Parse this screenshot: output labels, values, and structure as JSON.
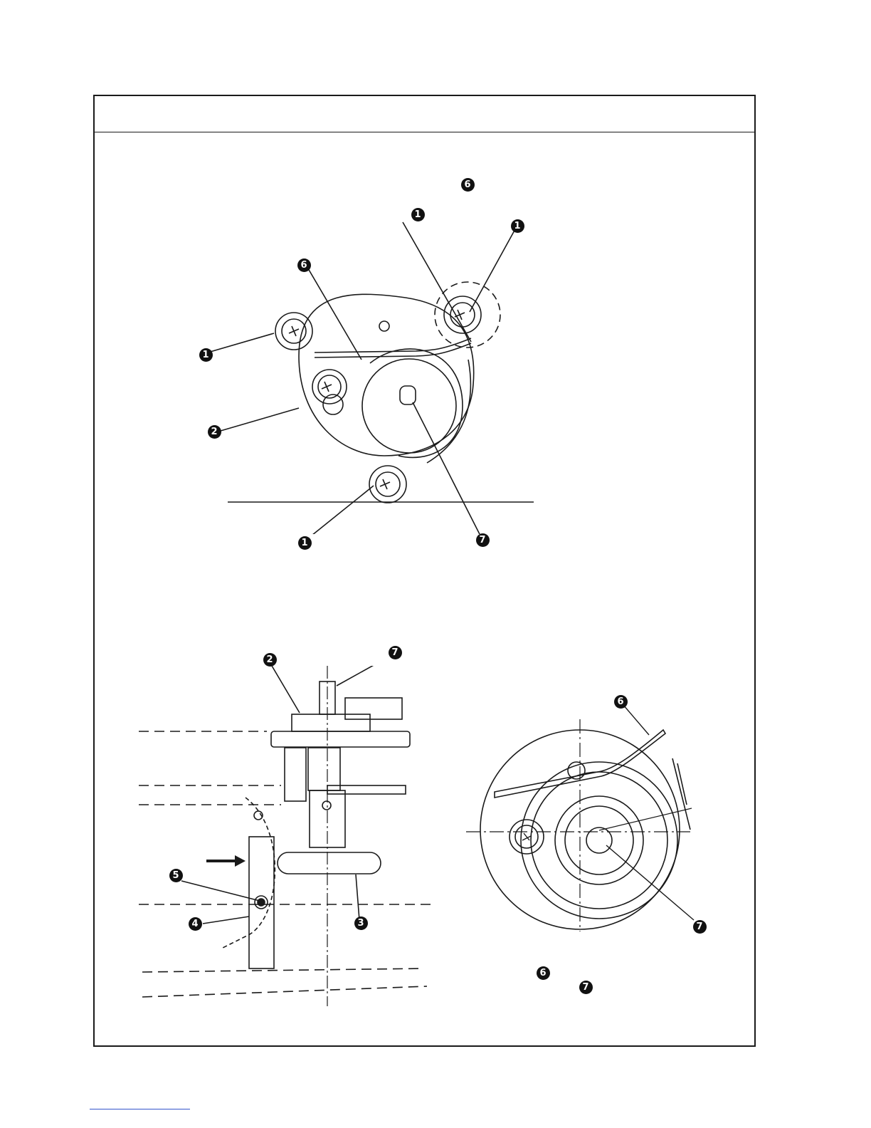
{
  "callouts": {
    "screw": "1",
    "plate": "2",
    "handle": "3",
    "bracket": "4",
    "bracket_screw": "5",
    "spring": "6",
    "shaft": "7"
  },
  "colors": {
    "ink": "#111111",
    "link": "#3355cc"
  }
}
